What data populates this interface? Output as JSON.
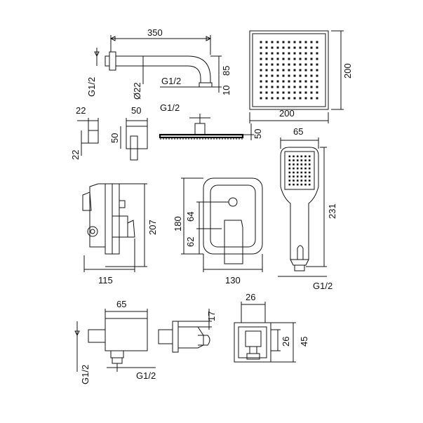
{
  "dimensions": {
    "arm_length": "350",
    "arm_thread": "G1/2",
    "arm_diameter": "Ø22",
    "arm_height": "85",
    "arm_outlet_thread": "G1/2",
    "arm_outlet_len": "10",
    "head_size_w": "200",
    "head_size_h": "200",
    "small_w": "22",
    "small_h": "22",
    "elbow_w": "50",
    "elbow_h": "50",
    "head_side_thread": "G1/2",
    "head_side_h": "50",
    "mixer_side_h": "207",
    "mixer_side_w": "115",
    "mixer_front_h1": "180",
    "mixer_front_h2": "64",
    "mixer_front_h3": "62",
    "mixer_front_w": "130",
    "hand_w": "65",
    "hand_h": "231",
    "hand_thread": "G1/2",
    "outlet_w": "65",
    "outlet_thread_v": "G1/2",
    "outlet_thread_h": "G1/2",
    "holder_h": "17",
    "holder_w": "26",
    "holder_inner": "26",
    "holder_h2": "45"
  },
  "icons": {
    "head_nozzles": "square-dot-grid",
    "hand_nozzles": "square-dot-grid"
  }
}
